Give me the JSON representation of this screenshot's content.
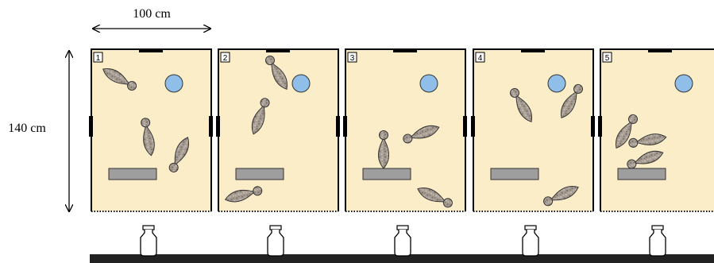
{
  "dimensions": {
    "width_label": "100 cm",
    "height_label": "140 cm"
  },
  "pens": [
    {
      "number": "1"
    },
    {
      "number": "2"
    },
    {
      "number": "3"
    },
    {
      "number": "4"
    },
    {
      "number": "5"
    }
  ],
  "colors": {
    "pen_fill": "#fbedc8",
    "water_bowl": "#8fbfe8",
    "feeder": "#9e9e9e",
    "animal": "#a79d93",
    "floor_bar": "#222222"
  }
}
